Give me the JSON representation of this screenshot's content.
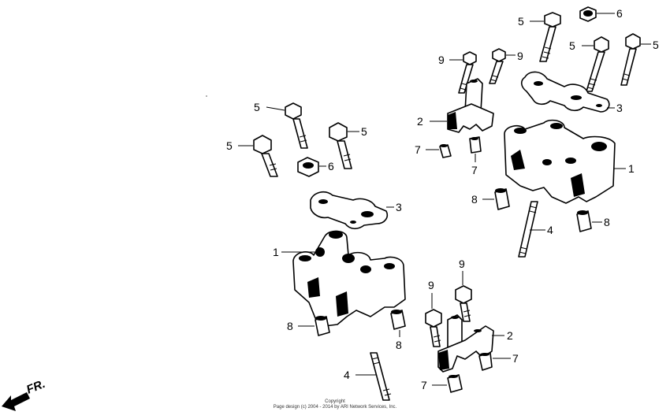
{
  "callouts": {
    "c5a": "5",
    "c6a": "6",
    "c9a": "9",
    "c9b": "9",
    "c5b": "5",
    "c5c": "5",
    "c5d": "5",
    "c5e": "5",
    "c5f": "5",
    "c6b": "6",
    "c3a": "3",
    "c2a": "2",
    "c7a": "7",
    "c7b": "7",
    "c1a": "1",
    "c8a": "8",
    "c4a": "4",
    "c8b": "8",
    "c3b": "3",
    "c1b": "1",
    "c8c": "8",
    "c8d": "8",
    "c4b": "4",
    "c9c": "9",
    "c9d": "9",
    "c2b": "2",
    "c7c": "7",
    "c7d": "7"
  },
  "direction": {
    "label": "FR."
  },
  "footer": {
    "line1": "Copyright",
    "line2": "Page design (c) 2004 - 2014 by ARI Network Services, Inc."
  }
}
